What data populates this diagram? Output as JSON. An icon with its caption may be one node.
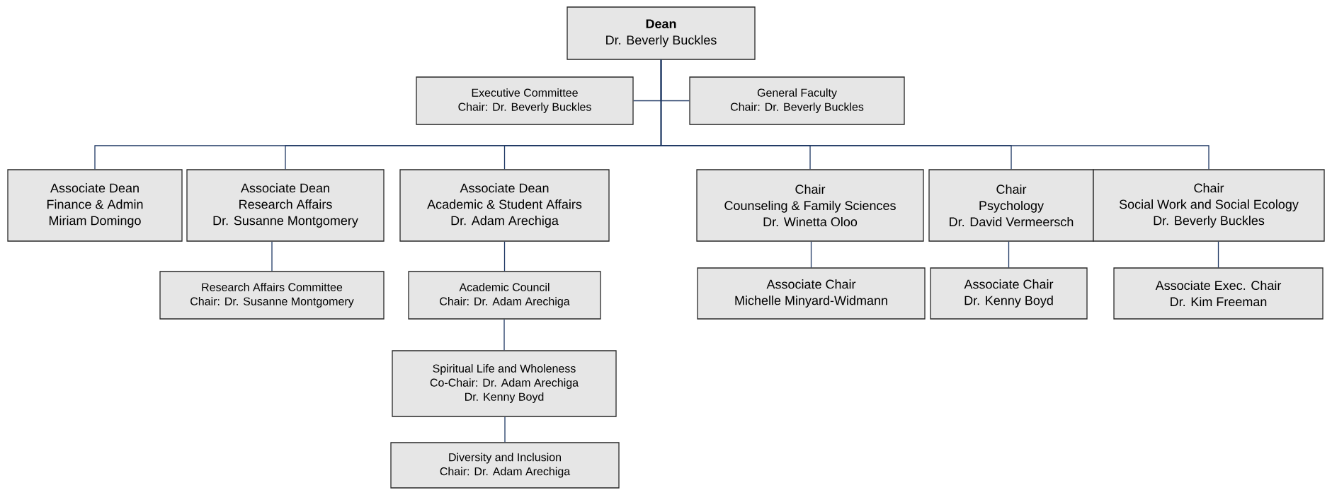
{
  "diagram": {
    "nodes": [
      {
        "text": [
          "Dean",
          "Dr. Beverly Buckles"
        ]
      },
      {
        "text": [
          "Executive Committee",
          "Chair: Dr. Beverly Buckles"
        ]
      },
      {
        "text": [
          "General Faculty",
          "Chair: Dr. Beverly Buckles"
        ]
      },
      {
        "text": [
          "Associate Dean",
          "Finance & Admin",
          "Miriam Domingo"
        ]
      },
      {
        "text": [
          "Associate Dean",
          "Research Affairs",
          "Dr. Susanne Montgomery"
        ]
      },
      {
        "text": [
          "Associate Dean",
          "Academic & Student Affairs",
          "Dr. Adam Arechiga"
        ]
      },
      {
        "text": [
          "Chair",
          "Counseling & Family Sciences",
          "Dr. Winetta Oloo"
        ]
      },
      {
        "text": [
          "Chair",
          "Psychology",
          "Dr. David Vermeersch"
        ]
      },
      {
        "text": [
          "Chair",
          "Social Work and Social Ecology",
          "Dr. Beverly Buckles"
        ]
      },
      {
        "text": [
          "Research Affairs Committee",
          "Chair: Dr. Susanne Montgomery"
        ]
      },
      {
        "text": [
          "Academic Council",
          "Chair: Dr. Adam Arechiga"
        ]
      },
      {
        "text": [
          "Associate Chair",
          "Michelle Minyard-Widmann"
        ]
      },
      {
        "text": [
          "Associate Chair",
          "Dr. Kenny Boyd"
        ]
      },
      {
        "text": [
          "Associate Exec. Chair",
          "Dr. Kim Freeman"
        ]
      },
      {
        "text": [
          "Spiritual Life and Wholeness",
          "Co-Chair: Dr. Adam Arechiga",
          "Dr. Kenny Boyd"
        ]
      },
      {
        "text": [
          "Diversity and Inclusion",
          "Chair: Dr. Adam Arechiga"
        ]
      }
    ],
    "edges": [
      {
        "from": 0,
        "to": 1,
        "arrow": "none"
      },
      {
        "from": 0,
        "to": 2,
        "arrow": "none"
      },
      {
        "from": 0,
        "to": 3,
        "arrow": "none"
      },
      {
        "from": 0,
        "to": 4,
        "arrow": "none"
      },
      {
        "from": 0,
        "to": 5,
        "arrow": "none"
      },
      {
        "from": 0,
        "to": 6,
        "arrow": "none"
      },
      {
        "from": 0,
        "to": 7,
        "arrow": "none"
      },
      {
        "from": 0,
        "to": 8,
        "arrow": "none"
      },
      {
        "from": 4,
        "to": 9,
        "arrow": "none"
      },
      {
        "from": 5,
        "to": 10,
        "arrow": "none"
      },
      {
        "from": 6,
        "to": 11,
        "arrow": "none"
      },
      {
        "from": 7,
        "to": 12,
        "arrow": "none"
      },
      {
        "from": 8,
        "to": 13,
        "arrow": "none"
      },
      {
        "from": 10,
        "to": 14,
        "arrow": "none"
      },
      {
        "from": 14,
        "to": 15,
        "arrow": "none"
      }
    ]
  }
}
